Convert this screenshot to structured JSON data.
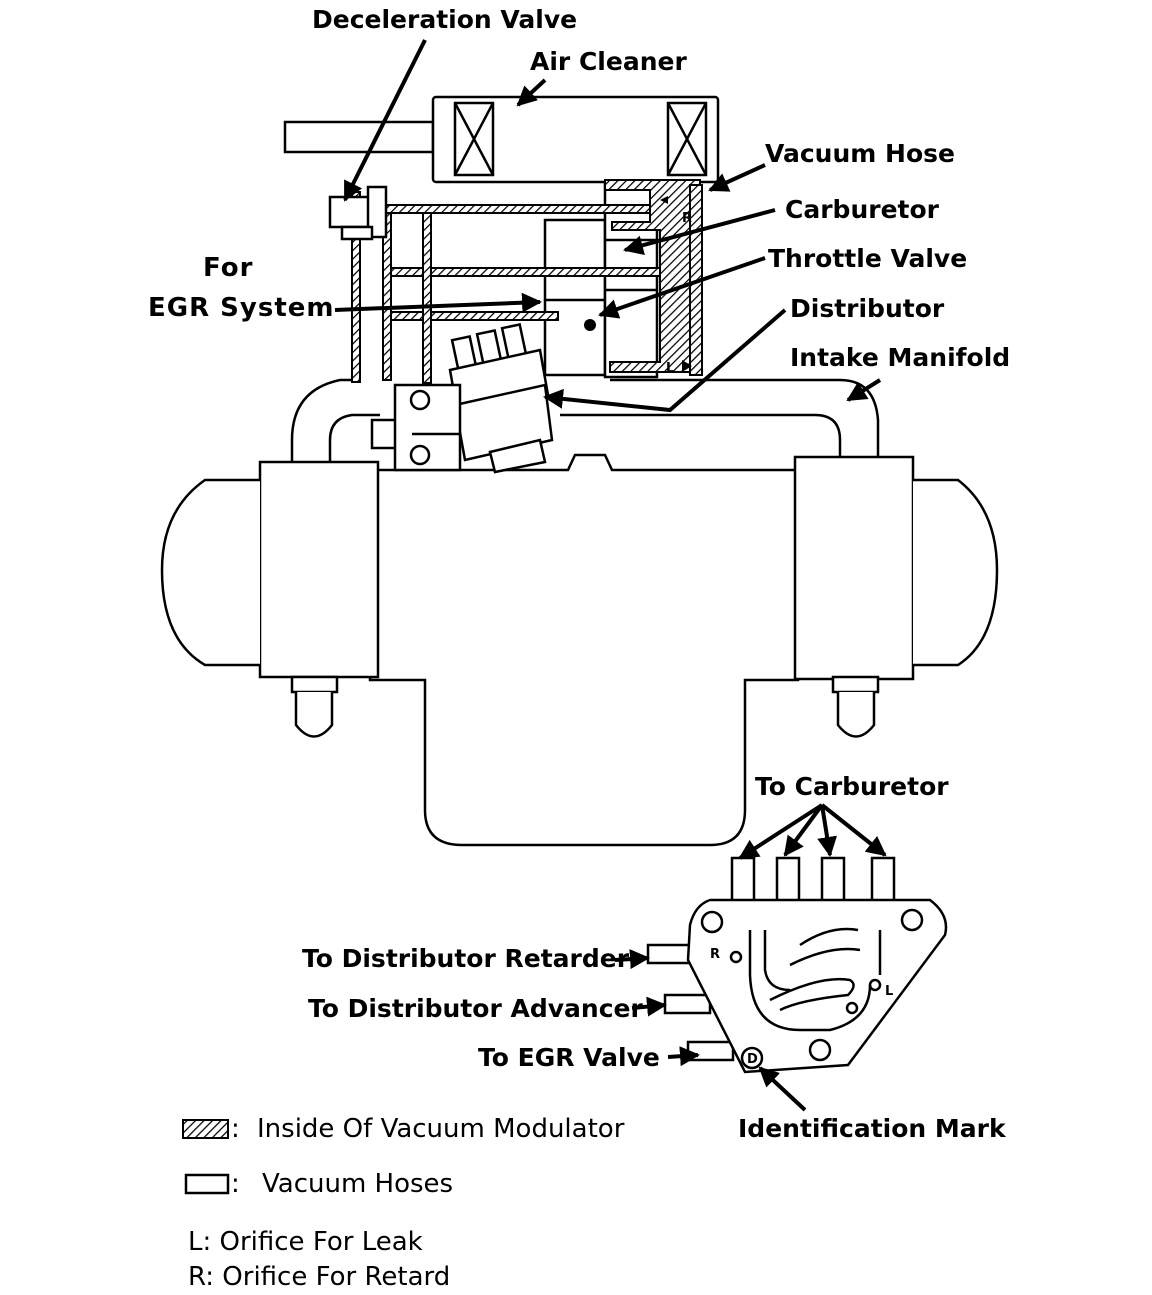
{
  "labels": {
    "deceleration_valve": "Deceleration Valve",
    "air_cleaner": "Air Cleaner",
    "vacuum_hose": "Vacuum Hose",
    "carburetor": "Carburetor",
    "throttle_valve": "Throttle Valve",
    "for": "For",
    "egr_system": "EGR System",
    "distributor": "Distributor",
    "intake_manifold": "Intake Manifold",
    "to_carburetor": "To Carburetor",
    "to_distributor_retarder": "To Distributor Retarder",
    "to_distributor_advancer": "To Distributor Advancer",
    "to_egr_valve": "To EGR Valve",
    "identification_mark": "Identification Mark",
    "marker_r": "R",
    "marker_l": "L",
    "marker_d": "D"
  },
  "legend": {
    "hatched": "Inside Of Vacuum Modulator",
    "hoses": "Vacuum Hoses",
    "l_orifice": "L: Orifice For Leak",
    "r_orifice": "R: Orifice For Retard",
    "colon": ":"
  }
}
